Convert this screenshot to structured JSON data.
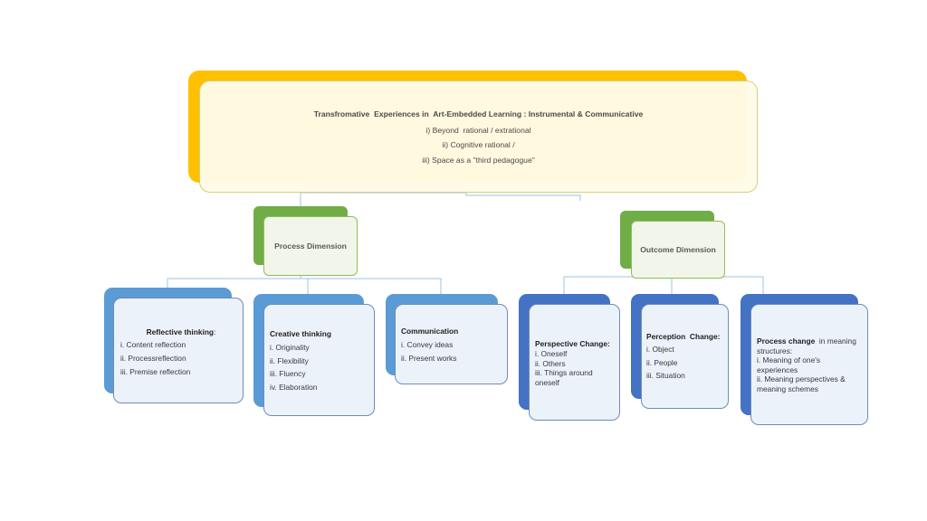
{
  "colors": {
    "root_accent": "#ffc000",
    "process_accent": "#70ad47",
    "outcome_accent": "#70ad47",
    "process_leaf_accent": "#5b9bd5",
    "outcome_leaf_accent": "#4472c4",
    "connector": "#9dc3e6"
  },
  "root": {
    "title": "Transfromative  Experiences in  Art-Embedded Learning : Instrumental & Communicative",
    "lines": [
      "i) Beyond  rational / extrational",
      "ii) Cognitive rational /",
      "iii) Space as a \"third pedagogue\""
    ]
  },
  "process": {
    "label": "Process Dimension",
    "children": [
      {
        "title": "Reflective thinking",
        "title_suffix": ":",
        "items": [
          "i. Content reflection",
          "ii. Processreflection",
          "iii. Premise reflection"
        ]
      },
      {
        "title": "Creative thinking",
        "items": [
          "i. Originality",
          "ii. Flexibility",
          "iii. Fluency",
          "iv. Elaboration"
        ]
      },
      {
        "title": "Communication",
        "items": [
          "i. Convey ideas",
          "ii. Present works"
        ]
      }
    ]
  },
  "outcome": {
    "label": "Outcome Dimension",
    "children": [
      {
        "title": "Perspective Change:",
        "items": [
          "i. Oneself",
          "ii. Others",
          "iii. Things around",
          "oneself"
        ]
      },
      {
        "title": "Perception  Change:",
        "items": [
          "i. Object",
          "ii. People",
          "iii. Situation"
        ]
      },
      {
        "title": "Process change",
        "title_suffix": "  in meaning",
        "items": [
          "structures:",
          "i. Meaning of one's",
          "experiences",
          "ii. Meaning perspectives &",
          "meaning schemes"
        ]
      }
    ]
  }
}
